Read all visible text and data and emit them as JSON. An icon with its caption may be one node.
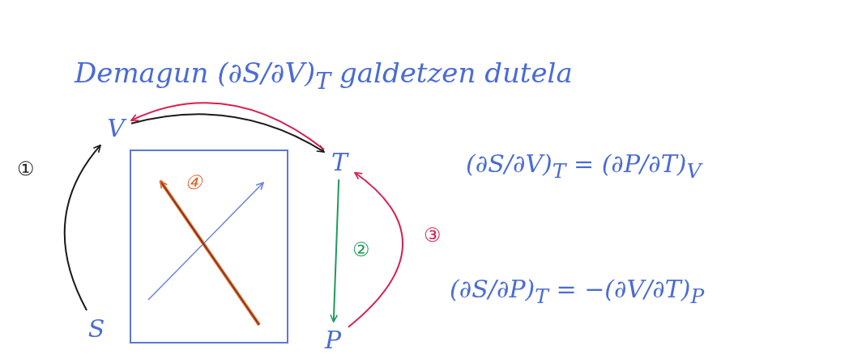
{
  "diagram": {
    "title": "Demagun (∂S/∂V)$_{T}$ galdetzen dutela",
    "nodes": [
      {
        "text": [
          "V"
        ]
      },
      {
        "text": [
          "T"
        ]
      },
      {
        "text": [],
        "shape": "box"
      },
      {
        "text": [
          "S"
        ]
      },
      {
        "text": [
          "P"
        ]
      }
    ],
    "edges": [
      {
        "from": 3,
        "to": 0,
        "arrow": "to",
        "label": "①"
      },
      {
        "from": 0,
        "to": 1,
        "arrow": "to"
      },
      {
        "from": 1,
        "to": 0,
        "arrow": "to",
        "color": "#d81f4c"
      },
      {
        "from": 1,
        "to": 4,
        "arrow": "to",
        "label": "②",
        "color": "#1f9a5c"
      },
      {
        "from": 4,
        "to": 1,
        "arrow": "to",
        "label": "③",
        "color": "#d81f4c"
      }
    ],
    "labels": [
      "④",
      "(∂S/∂V)$_{T}$ = (∂P/∂T)$_{V}$",
      "(∂S/∂P)$_{T}$ = −(∂V/∂T)$_{P}$"
    ]
  }
}
